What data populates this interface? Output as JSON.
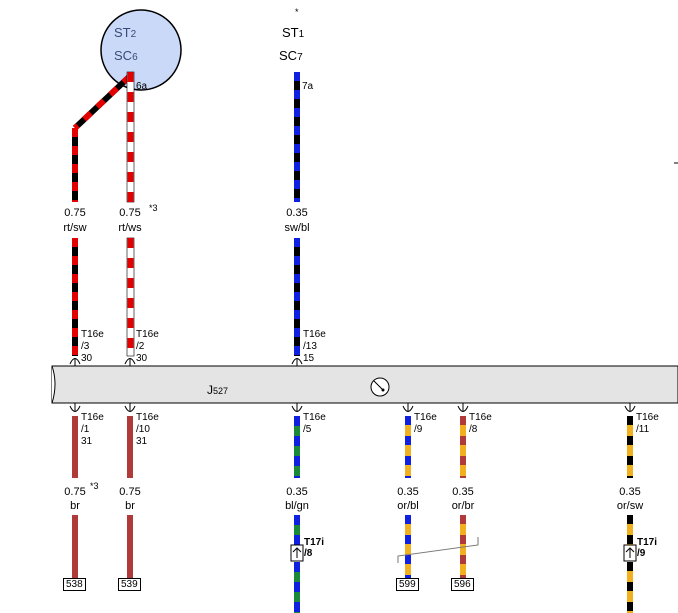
{
  "fuse_st2": {
    "st": "ST",
    "st_num": "2",
    "sc": "SC",
    "sc_num": "6",
    "term": "6a"
  },
  "fuse_st1": {
    "marker": "*",
    "st": "ST",
    "st_num": "1",
    "sc": "SC",
    "sc_num": "7",
    "term": "7a"
  },
  "module": {
    "label": "J",
    "label_sub": "527"
  },
  "top_wires": [
    {
      "id": "w1",
      "size": "0.75",
      "color": "rt/sw",
      "conn": "T16e",
      "pin": "/3",
      "term": "30",
      "colors": [
        "#e30000",
        "#000000"
      ]
    },
    {
      "id": "w2",
      "size": "0.75",
      "note": "*3",
      "color": "rt/ws",
      "conn": "T16e",
      "pin": "/2",
      "term": "30",
      "colors": [
        "#e30000",
        "#ffffff"
      ]
    },
    {
      "id": "w3",
      "size": "0.35",
      "color": "sw/bl",
      "conn": "T16e",
      "pin": "/13",
      "term": "15",
      "colors": [
        "#000000",
        "#1020e0"
      ]
    }
  ],
  "bottom_wires": [
    {
      "id": "b1",
      "conn": "T16e",
      "pin": "/1",
      "term": "31",
      "size": "0.75",
      "note": "*3",
      "color": "br",
      "box": "538",
      "colors": [
        "#b03a3a"
      ]
    },
    {
      "id": "b2",
      "conn": "T16e",
      "pin": "/10",
      "term": "31",
      "size": "0.75",
      "color": "br",
      "box": "539",
      "colors": [
        "#b03a3a"
      ]
    },
    {
      "id": "b3",
      "conn": "T16e",
      "pin": "/5",
      "size": "0.35",
      "color": "bl/gn",
      "plug": "T17i",
      "plug_pin": "/8",
      "colors": [
        "#1020e0",
        "#1a8a3a"
      ]
    },
    {
      "id": "b4",
      "conn": "T16e",
      "pin": "/9",
      "size": "0.35",
      "color": "or/bl",
      "box": "599",
      "colors": [
        "#f0b020",
        "#1020e0"
      ]
    },
    {
      "id": "b5",
      "conn": "T16e",
      "pin": "/8",
      "size": "0.35",
      "color": "or/br",
      "box": "596",
      "colors": [
        "#f0b020",
        "#b03a3a"
      ]
    },
    {
      "id": "b6",
      "conn": "T16e",
      "pin": "/11",
      "size": "0.35",
      "color": "or/sw",
      "plug": "T17i",
      "plug_pin": "/9",
      "colors": [
        "#f0b020",
        "#000000"
      ]
    }
  ]
}
